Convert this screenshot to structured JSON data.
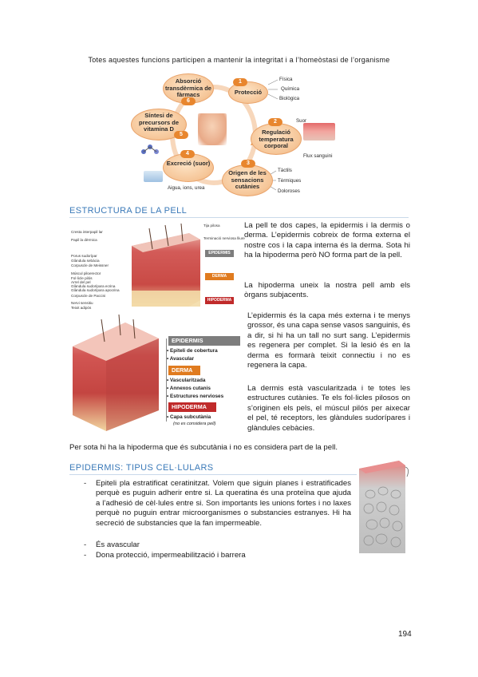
{
  "intro": "Totes aquestes funcions participen a mantenir la integritat i a l’homeòstasi de l’organisme",
  "diagram": {
    "nodes": [
      {
        "label": "Absorció transdèrmica de fàrmacs",
        "num": "6"
      },
      {
        "label": "Protecció",
        "num": "1"
      },
      {
        "label": "Síntesi de precursors de vitamina D",
        "num": "5"
      },
      {
        "label": "Regulació temperatura corporal",
        "num": "2"
      },
      {
        "label": "Excreció (suor)",
        "num": "4"
      },
      {
        "label": "Origen de les sensacions cutànies",
        "num": "3"
      }
    ],
    "protection_items": [
      "Física",
      "Química",
      "Biològica"
    ],
    "temperature_items": [
      "Suor",
      "Flux sanguini"
    ],
    "sensation_items": [
      "Tàctils",
      "Tèrmiques",
      "Doloroses"
    ],
    "excretion_items": "Aigua, ions, urea"
  },
  "section1": {
    "heading": "ESTRUCTURA DE LA PELL",
    "p1": "La pell te dos capes, la epidermis i la dermis o derma. L’epidermis cobreix de forma externa el nostre cos i la capa interna és la derma. Sota hi ha la hipoderma però NO forma part de la pell.",
    "p2": "La hipoderma uneix la nostra pell amb els òrgans subjacents.",
    "p3": "L’epidermis és la capa més externa i te menys grossor, és una capa sense vasos sanguinis, és a dir, si hi ha un tall no surt sang. L’epidermis es regenera per complet. Si la lesió és en la derma es formarà teixit connectiu i no es regenera la capa.",
    "p4": "La dermis està vascularitzada i te totes les estructures cutànies. Te els fol·licles pilosos on s’originen els pels, el múscul pilós per aixecar el pel, té receptors, les glàndules sudorípares i glàndules cebàcies.",
    "wide": "Per sota hi ha la hipoderma que és subcutània i no es considera part de la pell."
  },
  "anatomy_labels_left": [
    "Cresta interpapil lar",
    "Papil la dèrmica",
    "Porus sudorípar",
    "Glàndula sebàcia",
    "Corpuscle de Meissner",
    "Múscul piloerector",
    "Fol·licle pilós",
    "Arrel del pel",
    "Glàndula sudorípara ecrina",
    "Glàndula sudorípara apocrina",
    "Corpuscle de Paccini",
    "Nervi sensitiu",
    "Teixit adipós"
  ],
  "anatomy_labels_right": [
    "Tija pilosa",
    "Terminació nerviosa lliure"
  ],
  "anatomy_layers": [
    "EPIDERMIS",
    "DERMA",
    "HIPODERMA"
  ],
  "key": {
    "epidermis": {
      "title": "EPIDERMIS",
      "items": [
        "Epiteli de cobertura",
        "Avascular"
      ]
    },
    "derma": {
      "title": "DERMA",
      "items": [
        "Vascularitzada",
        "Annexos cutanis",
        "Estructures nervioses"
      ]
    },
    "hipoderma": {
      "title": "HIPODERMA",
      "items": [
        "Capa subcutània"
      ],
      "note": "(no es considera pell)"
    }
  },
  "section2": {
    "heading": "EPIDERMIS: TIPUS CEL·LULARS",
    "bullet1": "Epiteli pla estratificat ceratinitzat. Volem que siguin planes i estratificades perquè es puguin adherir entre si. La queratina és una proteïna que ajuda a l’adhesió de cèl·lules entre si. Son importants les unions fortes i no laxes perquè no puguin entrar microorganismes o substancies estranyes. Hi ha secreció de substancies que la fan impermeable.",
    "bullet2": "És avascular",
    "bullet3": "Dona protecció, impermeabilització i barrera",
    "dash": "-"
  },
  "page_number": "194",
  "colors": {
    "heading": "#3a79b8",
    "orange": "#e8862e",
    "epidermis_box": "#7d7d7d",
    "derma_box": "#e07b1f",
    "hipoderma_box": "#c02a2a"
  }
}
